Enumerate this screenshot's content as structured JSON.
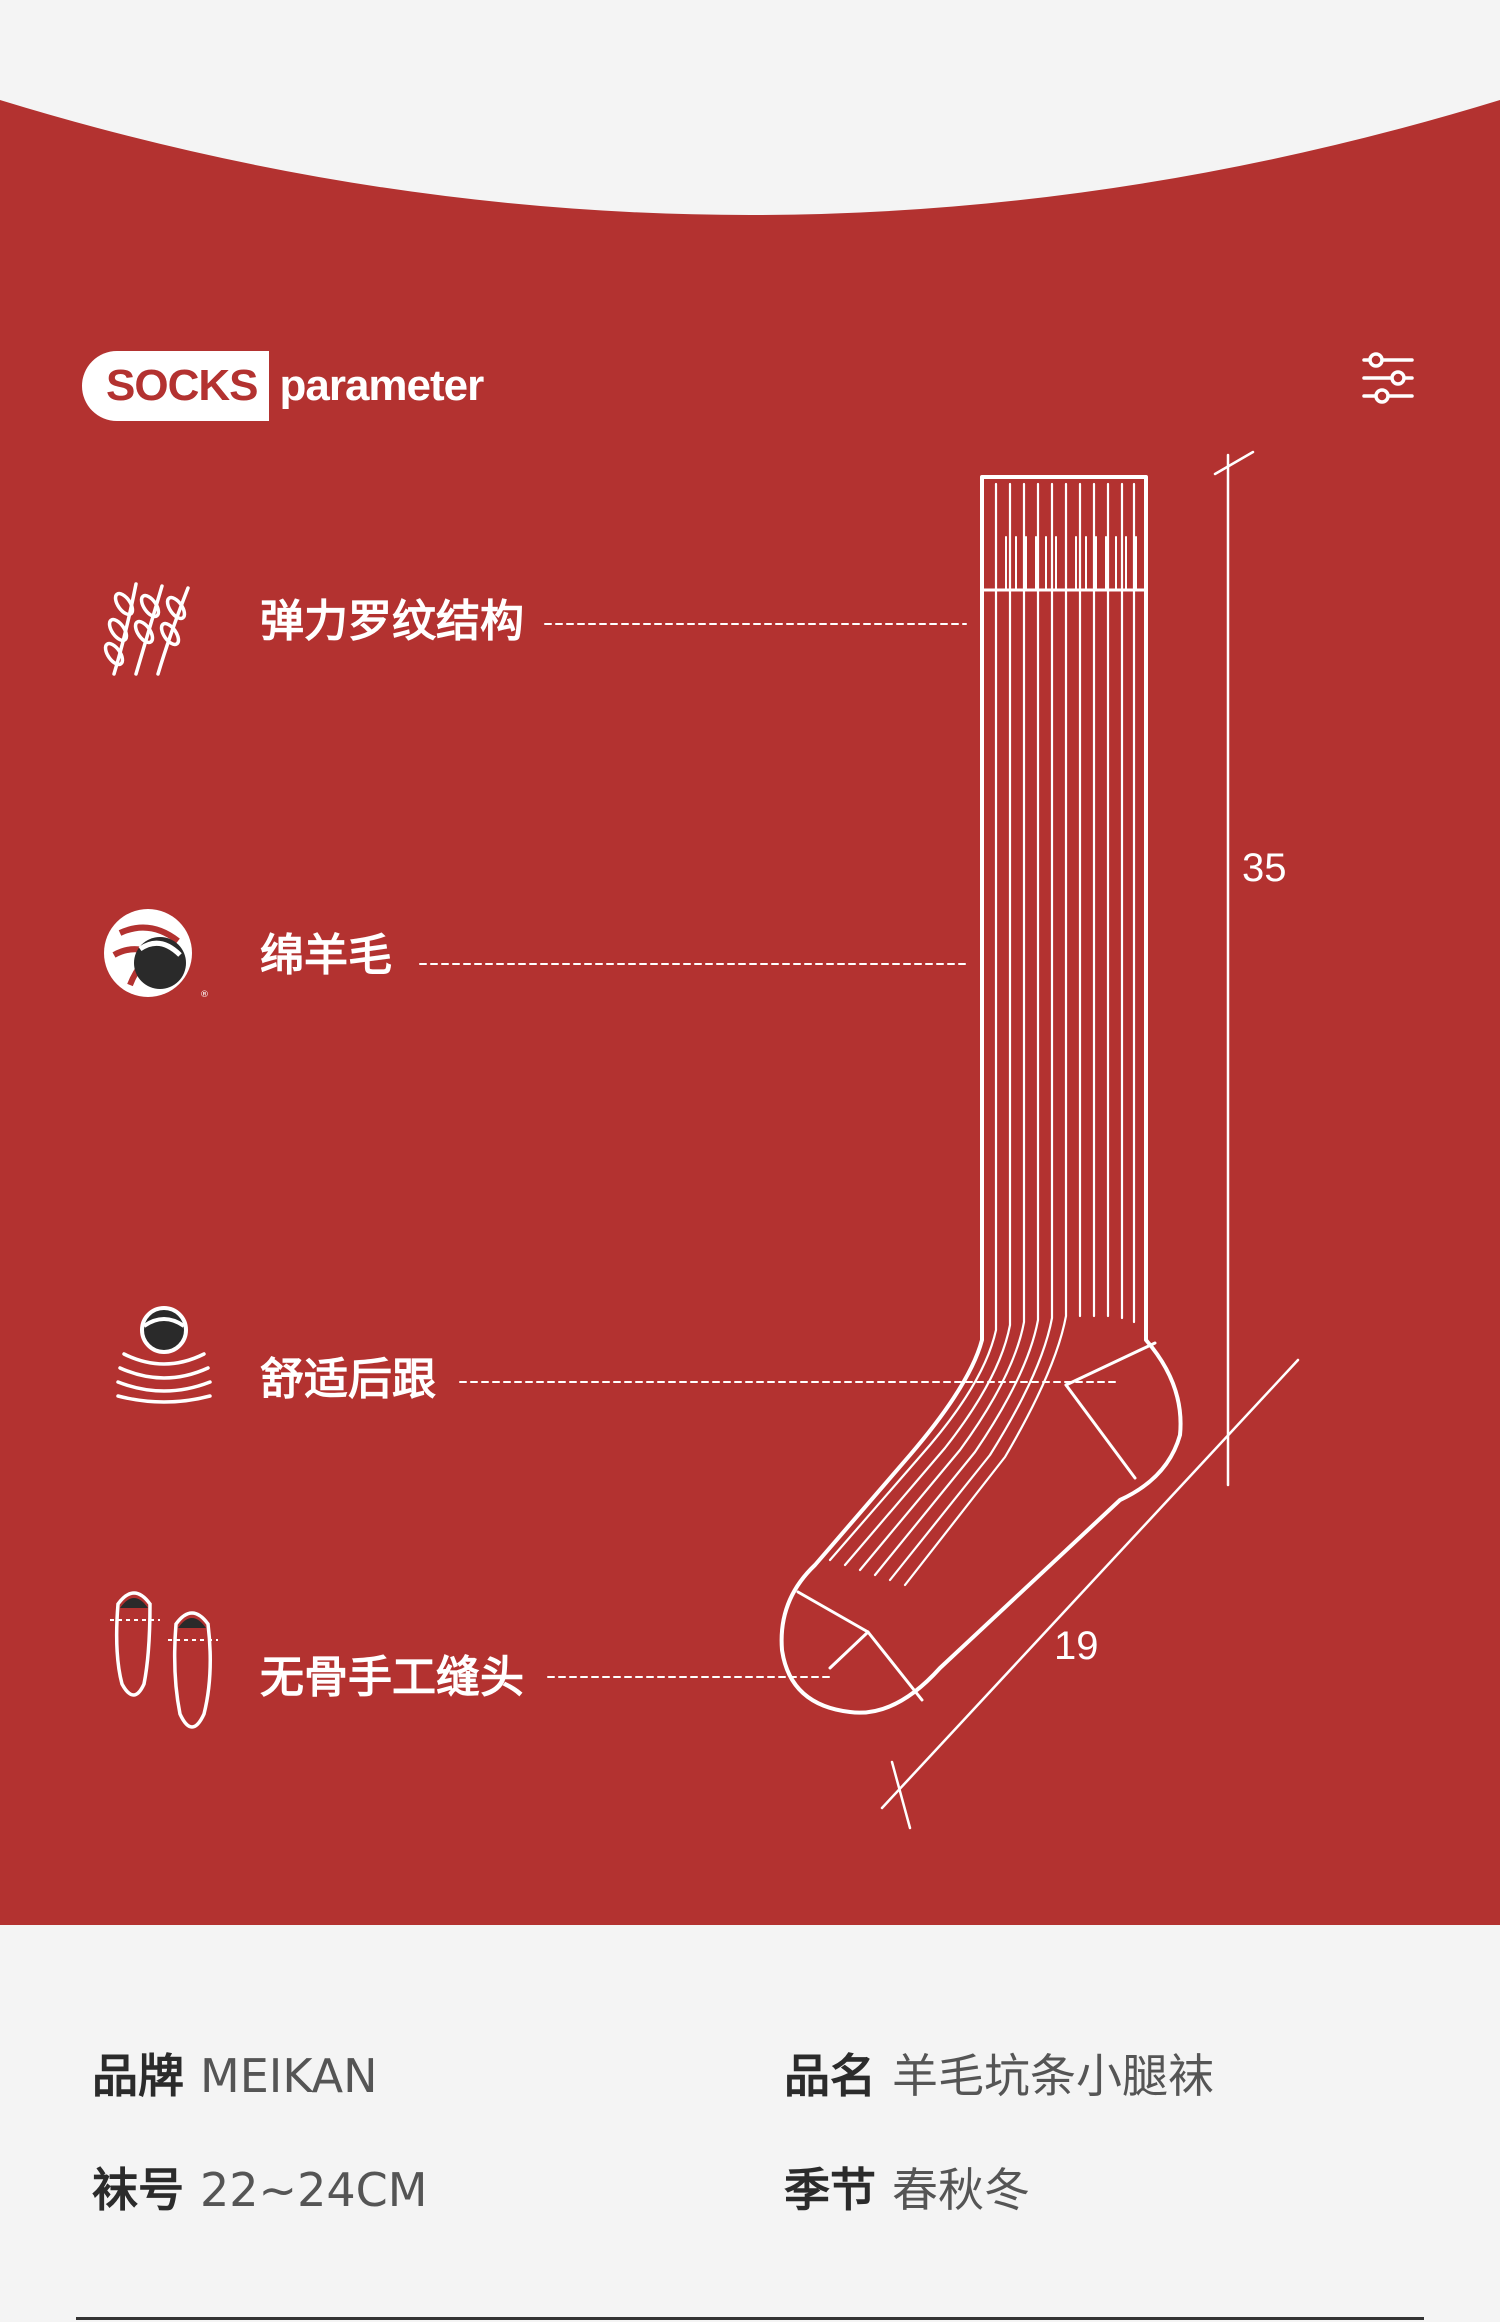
{
  "header": {
    "badge_main": "SOCKS",
    "badge_rest": "parameter",
    "settings_icon": "sliders-icon"
  },
  "features": [
    {
      "label": "弹力罗纹结构",
      "icon": "wheat-icon"
    },
    {
      "label": "绵羊毛",
      "icon": "wool-ball-icon"
    },
    {
      "label": "舒适后跟",
      "icon": "cushion-heel-icon"
    },
    {
      "label": "无骨手工缝头",
      "icon": "footprints-icon"
    }
  ],
  "dimensions": {
    "height": "35",
    "foot_length": "19"
  },
  "params": [
    {
      "key": "品牌",
      "value": "MEIKAN"
    },
    {
      "key": "品名",
      "value": "羊毛坑条小腿袜"
    },
    {
      "key": "袜号",
      "value": "22~24CM"
    },
    {
      "key": "季节",
      "value": "春秋冬"
    }
  ],
  "colors": {
    "accent": "#b33230",
    "background": "#f4f4f4",
    "line": "#ffffff"
  }
}
